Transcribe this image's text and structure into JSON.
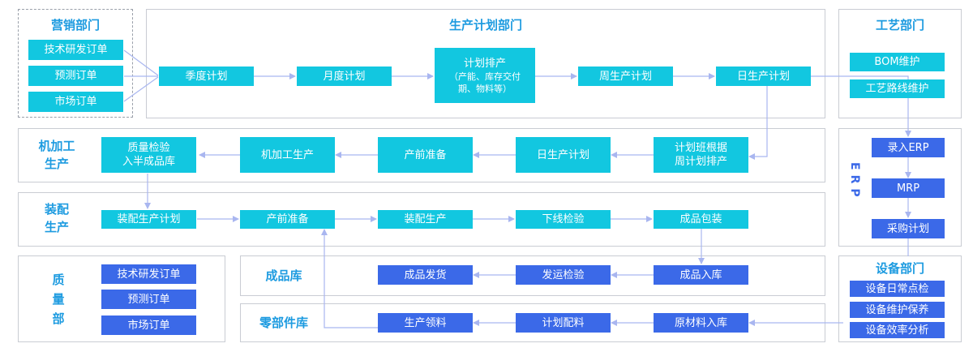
{
  "marketing": {
    "title": "营销部门",
    "items": [
      "技术研发订单",
      "预测订单",
      "市场订单"
    ]
  },
  "production_planning": {
    "title": "生产计划部门",
    "quarter_plan": "季度计划",
    "month_plan": "月度计划",
    "schedule_line1": "计划排产",
    "schedule_line2": "（产能、库存交付",
    "schedule_line3": "期、物料等）",
    "week_plan": "周生产计划",
    "day_plan": "日生产计划"
  },
  "process_dept": {
    "title": "工艺部门",
    "items": [
      "BOM维护",
      "工艺路线维护"
    ]
  },
  "machining": {
    "title_line1": "机加工",
    "title_line2": "生产",
    "team_plan_line1": "计划班根据",
    "team_plan_line2": "周计划排产",
    "day_plan": "日生产计划",
    "prep": "产前准备",
    "production": "机加工生产",
    "qc_line1": "质量检验",
    "qc_line2": "入半成品库"
  },
  "assembly": {
    "title_line1": "装配",
    "title_line2": "生产",
    "items": [
      "装配生产计划",
      "产前准备",
      "装配生产",
      "下线检验",
      "成品包装"
    ]
  },
  "erp": {
    "label": "ERP",
    "items": [
      "录入ERP",
      "MRP",
      "采购计划"
    ]
  },
  "quality": {
    "title_line1": "质",
    "title_line2": "量",
    "title_line3": "部",
    "items": [
      "技术研发订单",
      "预测订单",
      "市场订单"
    ]
  },
  "finished_store": {
    "title": "成品库",
    "items": [
      "成品发货",
      "发运检验",
      "成品入库"
    ]
  },
  "parts_store": {
    "title": "零部件库",
    "items": [
      "生产领料",
      "计划配料",
      "原材料入库"
    ]
  },
  "equipment": {
    "title": "设备部门",
    "items": [
      "设备日常点检",
      "设备维护保养",
      "设备效率分析"
    ]
  },
  "colors": {
    "cyan": "#12c7e0",
    "blue": "#3b69e8",
    "title_blue": "#1d9be0",
    "arrow": "#a9b6f0"
  }
}
